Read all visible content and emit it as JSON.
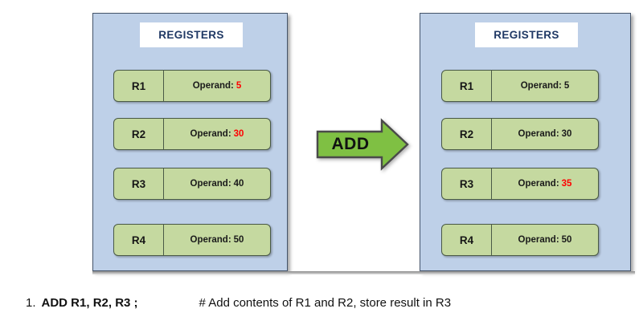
{
  "colors": {
    "panel_background": "#bed0e8",
    "panel_border": "#44546a",
    "register_fill": "#c5d9a0",
    "register_border": "#4a5a46",
    "title_text": "#1f3864",
    "arrow_fill": "#7fc043",
    "arrow_border": "#4a4a4a",
    "highlight_value": "#ff0000",
    "normal_value": "#1a1a1a"
  },
  "panels": {
    "before": {
      "title": "REGISTERS",
      "registers": [
        {
          "name": "R1",
          "label": "Operand:",
          "value": "5",
          "highlight": true
        },
        {
          "name": "R2",
          "label": "Operand:",
          "value": "30",
          "highlight": true
        },
        {
          "name": "R3",
          "label": "Operand:",
          "value": "40",
          "highlight": false
        },
        {
          "name": "R4",
          "label": "Operand:",
          "value": "50",
          "highlight": false
        }
      ]
    },
    "after": {
      "title": "REGISTERS",
      "registers": [
        {
          "name": "R1",
          "label": "Operand:",
          "value": "5",
          "highlight": false
        },
        {
          "name": "R2",
          "label": "Operand:",
          "value": "30",
          "highlight": false
        },
        {
          "name": "R3",
          "label": "Operand:",
          "value": "35",
          "highlight": true
        },
        {
          "name": "R4",
          "label": "Operand:",
          "value": "50",
          "highlight": false
        }
      ]
    }
  },
  "arrow": {
    "label": "ADD",
    "icon": "right-arrow-icon",
    "direction": "right"
  },
  "caption": {
    "number": "1.",
    "instruction": "ADD R1, R2, R3 ;",
    "comment": "# Add contents of R1 and R2, store result in R3"
  }
}
